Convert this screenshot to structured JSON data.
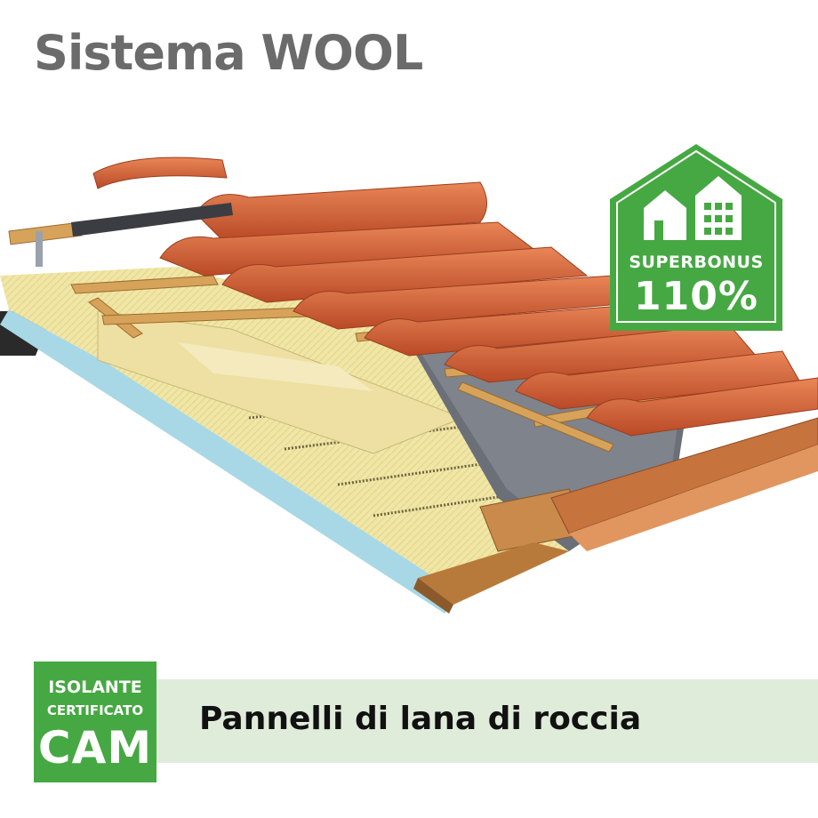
{
  "header": {
    "title": "Sistema WOOL"
  },
  "badge": {
    "line1": "SUPERBONUS",
    "line2": "110%",
    "color": "#46a842",
    "icon": "houses-icon"
  },
  "cam": {
    "line1": "ISOLANTE",
    "line2": "CERTIFICATO",
    "line3": "CAM",
    "color": "#46a842"
  },
  "footer": {
    "subtitle": "Pannelli di lana di roccia",
    "bar_color": "#e0ecda"
  },
  "colors": {
    "title": "#6b6b6b",
    "tile": "#d4643a",
    "insulation": "#efe3a0",
    "board": "#a8d8e6",
    "membrane": "#6a6f78"
  }
}
